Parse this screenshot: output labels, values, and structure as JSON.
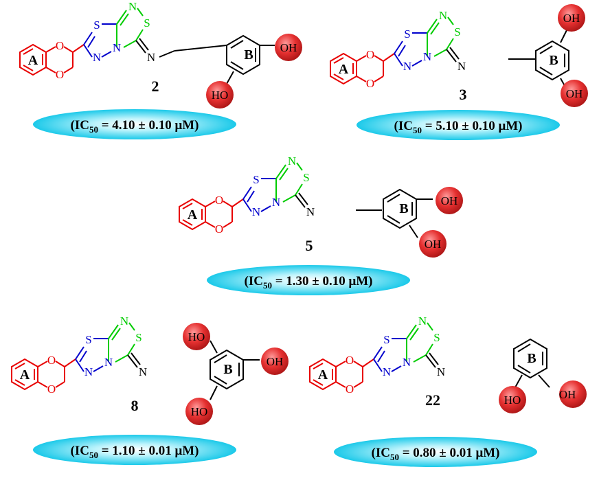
{
  "colors": {
    "ring_a": "#e80000",
    "ring_thiadiazole_a": "#0000cc",
    "ring_thiadiazole_b": "#00cc00",
    "ring_b": "#000000",
    "highlight_ball": "#e53030",
    "pill": "#00c8e8"
  },
  "atoms": {
    "oxygen": "O",
    "sulfur": "S",
    "nitrogen": "N",
    "hydroxyl_right": "OH",
    "hydroxyl_left": "HO"
  },
  "ring_labels": {
    "a": "A",
    "b": "B"
  },
  "compounds": [
    {
      "id": "2",
      "ic50_prefix": "(IC",
      "ic50_sub": "50",
      "ic50_value": " = 4.10 ± 0.10 μM)"
    },
    {
      "id": "3",
      "ic50_prefix": "(IC",
      "ic50_sub": "50",
      "ic50_value": " = 5.10 ± 0.10 μM)"
    },
    {
      "id": "5",
      "ic50_prefix": "(IC",
      "ic50_sub": "50",
      "ic50_value": " = 1.30 ± 0.10 μM)"
    },
    {
      "id": "8",
      "ic50_prefix": "(IC",
      "ic50_sub": "50",
      "ic50_value": " = 1.10 ± 0.01 μM)"
    },
    {
      "id": "22",
      "ic50_prefix": "(IC",
      "ic50_sub": "50",
      "ic50_value": " = 0.80 ± 0.01 μM)"
    }
  ]
}
